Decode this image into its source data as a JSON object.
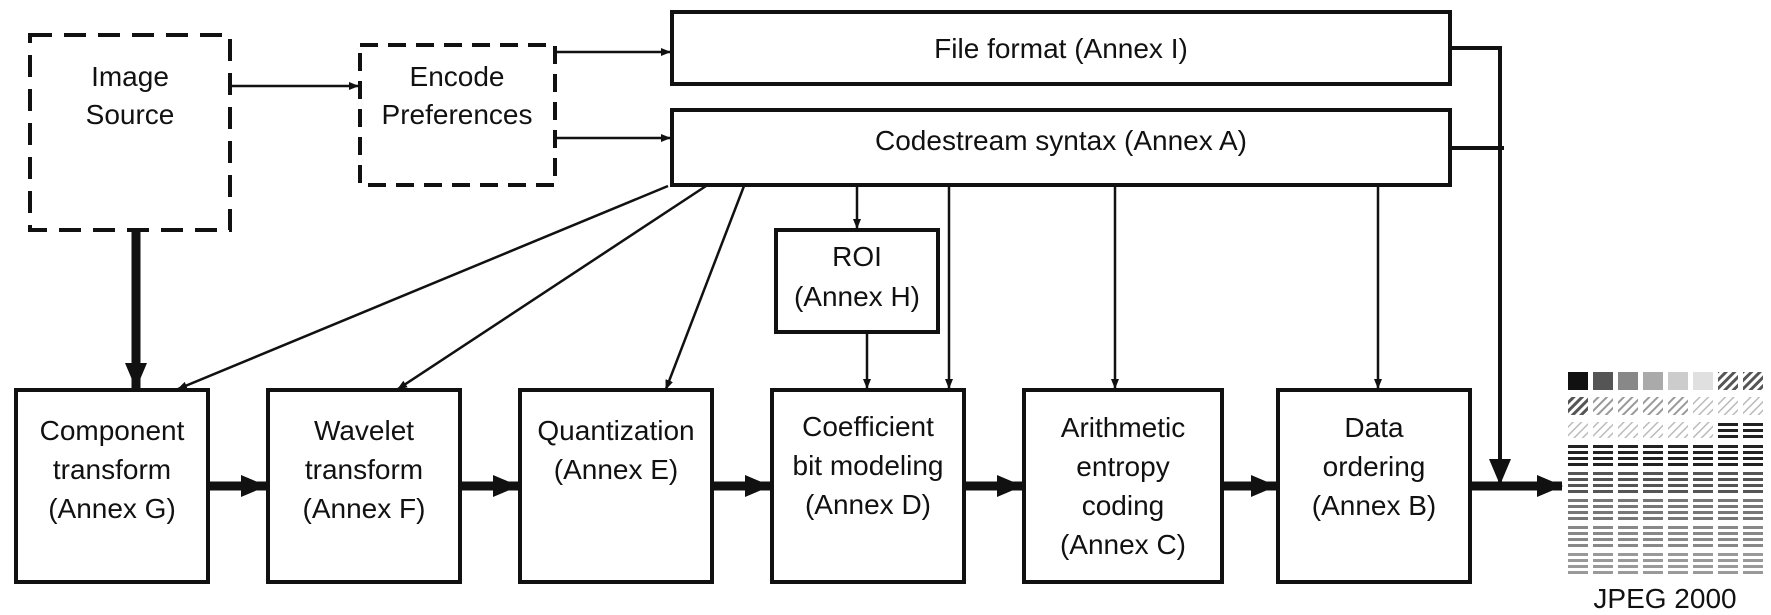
{
  "diagram": {
    "image_source": {
      "line1": "Image",
      "line2": "Source"
    },
    "encode_preferences": {
      "line1": "Encode",
      "line2": "Preferences"
    },
    "file_format": "File format (Annex I)",
    "codestream_syntax": "Codestream syntax (Annex A)",
    "roi": {
      "line1": "ROI",
      "line2": "(Annex H)"
    },
    "pipeline": [
      {
        "lines": [
          "Component",
          "transform",
          "(Annex G)"
        ]
      },
      {
        "lines": [
          "Wavelet",
          "transform",
          "(Annex F)"
        ]
      },
      {
        "lines": [
          "Quantization",
          "(Annex E)"
        ]
      },
      {
        "lines": [
          "Coefficient",
          "bit modeling",
          "(Annex D)"
        ]
      },
      {
        "lines": [
          "Arithmetic",
          "entropy",
          "coding",
          "(Annex C)"
        ]
      },
      {
        "lines": [
          "Data",
          "ordering",
          "(Annex B)"
        ]
      }
    ],
    "output_label": "JPEG 2000"
  }
}
